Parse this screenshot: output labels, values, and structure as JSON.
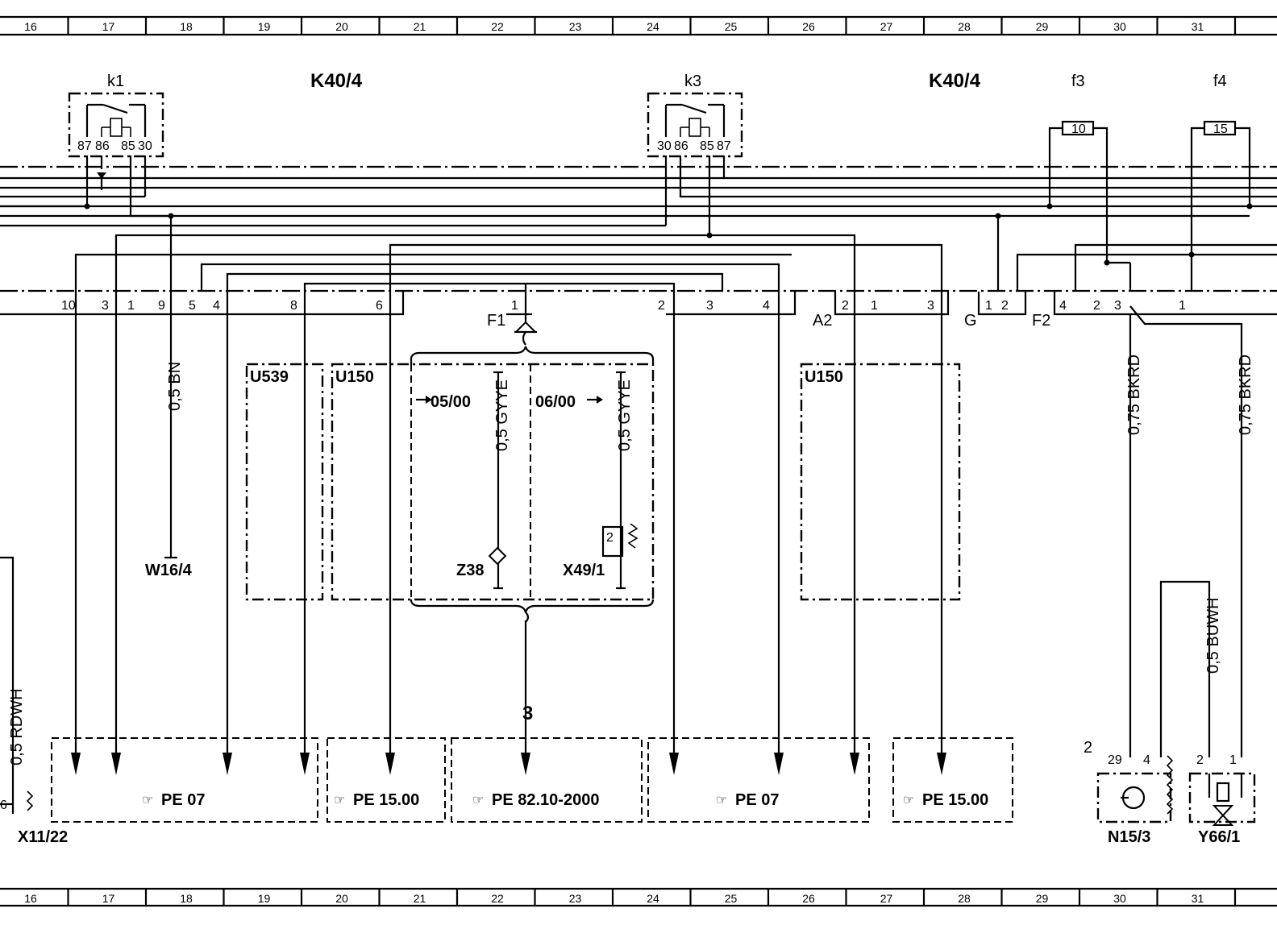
{
  "ruler": {
    "columns": [
      "16",
      "17",
      "18",
      "19",
      "20",
      "21",
      "22",
      "23",
      "24",
      "25",
      "26",
      "27",
      "28",
      "29",
      "30",
      "31"
    ]
  },
  "relays": [
    {
      "id": "k1",
      "pins": [
        "87",
        "86",
        "85",
        "30"
      ]
    },
    {
      "id": "k3",
      "pins": [
        "30",
        "86",
        "85",
        "87"
      ]
    }
  ],
  "module": {
    "left": "K40/4",
    "right": "K40/4"
  },
  "fuses": [
    {
      "id": "f3",
      "rating": "10"
    },
    {
      "id": "f4",
      "rating": "15"
    }
  ],
  "connector_pins": [
    "10",
    "3",
    "1",
    "9",
    "5",
    "4",
    "8",
    "6",
    "1",
    "2",
    "3",
    "4",
    "2",
    "1",
    "3",
    "1",
    "2",
    "4",
    "2",
    "3",
    "1"
  ],
  "connector_labels": {
    "f1": "F1",
    "a2": "A2",
    "g": "G",
    "f2": "F2"
  },
  "wires": [
    {
      "id": "w_bn",
      "label": "0,5 BN"
    },
    {
      "id": "w_gyye1",
      "label": "0,5 GYYE"
    },
    {
      "id": "w_gyye2",
      "label": "0,5 GYYE"
    },
    {
      "id": "w_bkrd1",
      "label": "0,75 BKRD"
    },
    {
      "id": "w_bkrd2",
      "label": "0,75 BKRD"
    },
    {
      "id": "w_buwh",
      "label": "0,5 BUWH"
    },
    {
      "id": "w_rdwh",
      "label": "0,5 RDWH"
    }
  ],
  "variants": [
    {
      "id": "U539",
      "label": "U539"
    },
    {
      "id": "U150a",
      "label": "U150"
    },
    {
      "id": "U150b",
      "label": "U150"
    }
  ],
  "date_ranges": {
    "before": "05/00",
    "after": "06/00"
  },
  "components": {
    "w16_4": "W16/4",
    "z38": "Z38",
    "x49_1": "X49/1",
    "x11_22": "X11/22",
    "n15_3": "N15/3",
    "y66_1": "Y66/1"
  },
  "refs": [
    {
      "id": "r1",
      "text": "PE  07"
    },
    {
      "id": "r2",
      "text": "PE  15.00"
    },
    {
      "id": "r3",
      "text": "PE  82.10-2000"
    },
    {
      "id": "r4",
      "text": "PE  07"
    },
    {
      "id": "r5",
      "text": "PE  15.00"
    }
  ],
  "misc": {
    "bus_count": "3",
    "n15_pin_a": "29",
    "n15_pin_b": "4",
    "n15_group": "2",
    "y66_pin_a": "2",
    "y66_pin_b": "1",
    "x11_pin": "6",
    "x49_pin": "2"
  }
}
